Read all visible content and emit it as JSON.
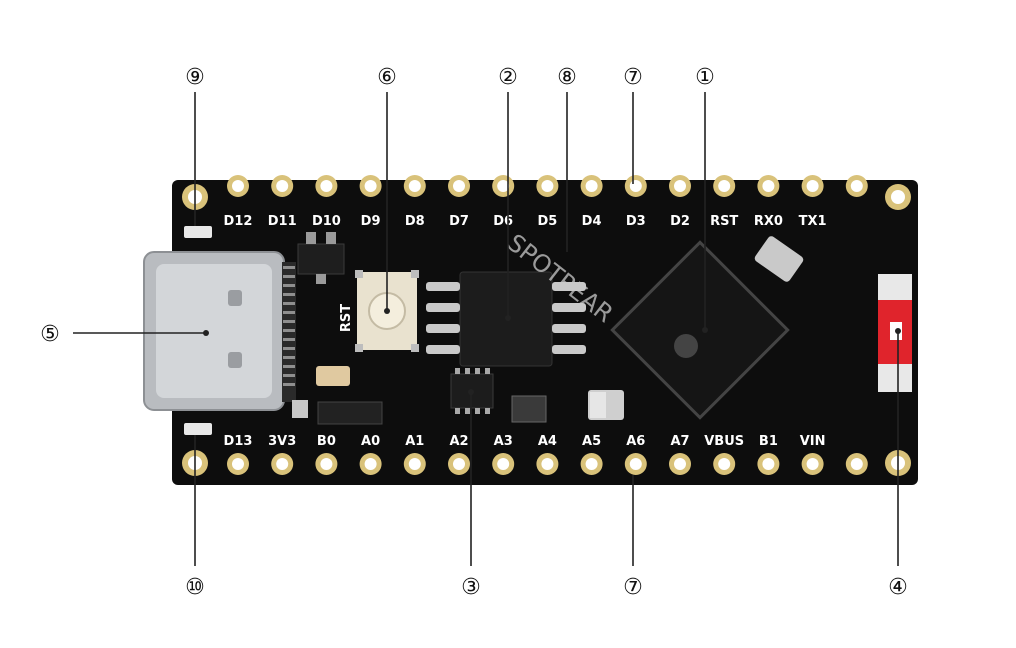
{
  "callouts": {
    "c1": "①",
    "c2": "②",
    "c3": "③",
    "c4": "④",
    "c5": "⑤",
    "c6": "⑥",
    "c7_top": "⑦",
    "c7_bottom": "⑦",
    "c8": "⑧",
    "c9": "⑨",
    "c10": "⑩"
  },
  "board": {
    "top_pins": [
      "D12",
      "D11",
      "D10",
      "D9",
      "D8",
      "D7",
      "D6",
      "D5",
      "D4",
      "D3",
      "D2",
      "RST",
      "RX0",
      "TX1"
    ],
    "bottom_pins": [
      "D13",
      "3V3",
      "B0",
      "A0",
      "A1",
      "A2",
      "A3",
      "A4",
      "A5",
      "A6",
      "A7",
      "VBUS",
      "B1",
      "VIN"
    ],
    "reset_label": "RST",
    "watermark": "SPOTPEAR",
    "colors": {
      "pcb": "#0d0d0d",
      "gold": "#d9c27a",
      "silkscreen": "#ffffff",
      "led_red": "#e0242c"
    }
  }
}
